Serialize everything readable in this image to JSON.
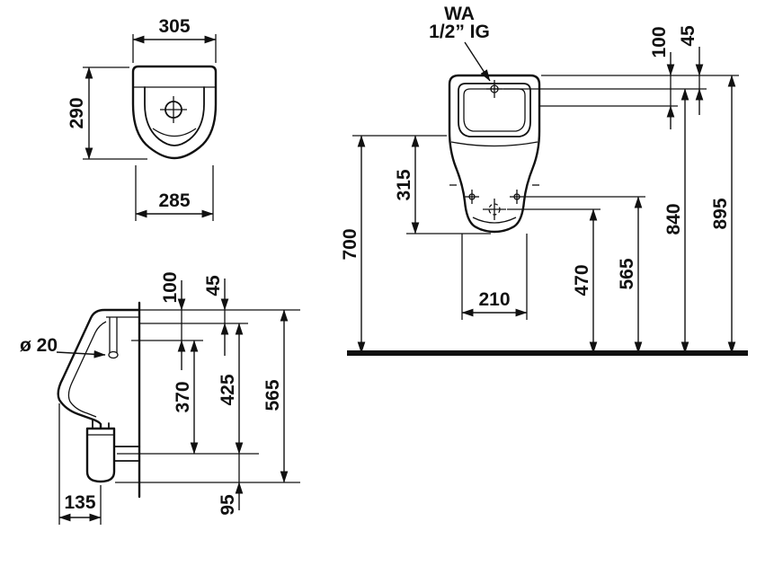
{
  "drawing": {
    "front_view": {
      "width_top": "305",
      "height": "290",
      "width_bottom": "285"
    },
    "side_view": {
      "top_offset": "100",
      "inlet_offset": "45",
      "pipe_diameter": "ø 20",
      "depth_370": "370",
      "depth_425": "425",
      "height_565": "565",
      "trap_offset": "135",
      "outlet_drop": "95"
    },
    "elevation_view": {
      "inlet_line1": "WA",
      "inlet_line2": "1/2” IG",
      "top_100": "100",
      "top_45": "45",
      "bowl_height": "315",
      "rim_height": "700",
      "outlet_width": "210",
      "drain_height": "470",
      "fixing_height": "565",
      "inlet_height": "840",
      "total_height": "895"
    }
  }
}
